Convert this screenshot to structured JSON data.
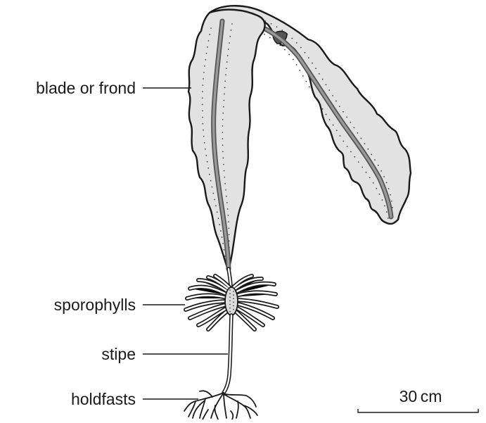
{
  "labels": {
    "blade": "blade or frond",
    "sporophylls": "sporophylls",
    "stipe": "stipe",
    "holdfasts": "holdfasts"
  },
  "scale_bar": {
    "label": "30 cm"
  }
}
